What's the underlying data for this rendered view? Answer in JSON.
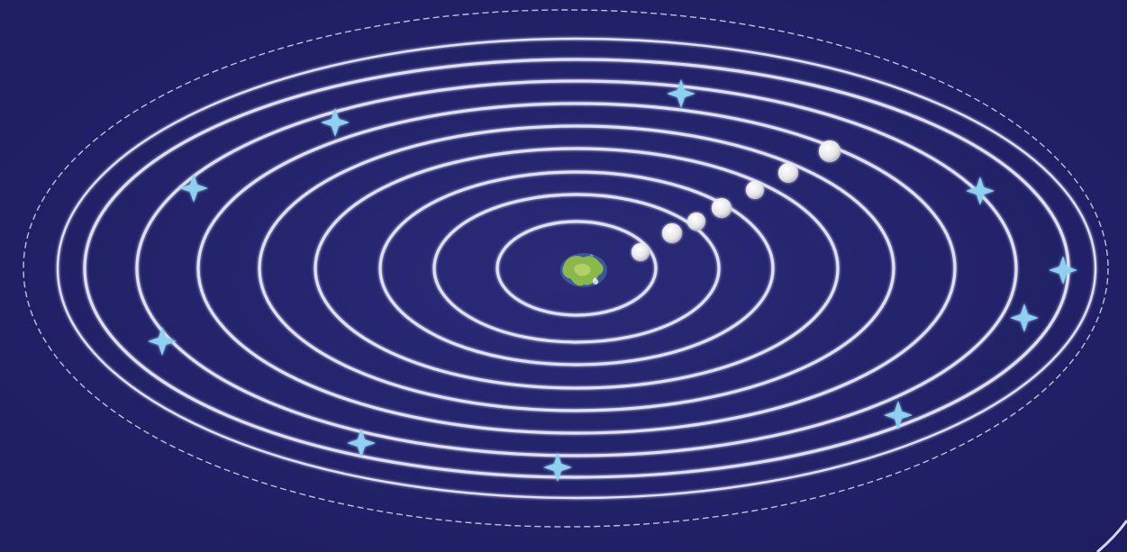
{
  "diagram": {
    "kind": "geocentric-celestial-spheres",
    "background_color": "#23226a",
    "orbit_color": "#eef0ff",
    "star_color": "#8fd0f0",
    "planet_color": "#f2f2f2",
    "earth_land_color": "#8ab84a",
    "earth_sea_color": "#4c7fb7",
    "center_icon": "earth-icon",
    "planet_icon": "planet-dot-icon",
    "star_icon": "four-point-star-icon",
    "orbit_count": 9,
    "planet_count": 7,
    "fixed_star_count": 10,
    "outer_boundary_style": "dashed"
  }
}
